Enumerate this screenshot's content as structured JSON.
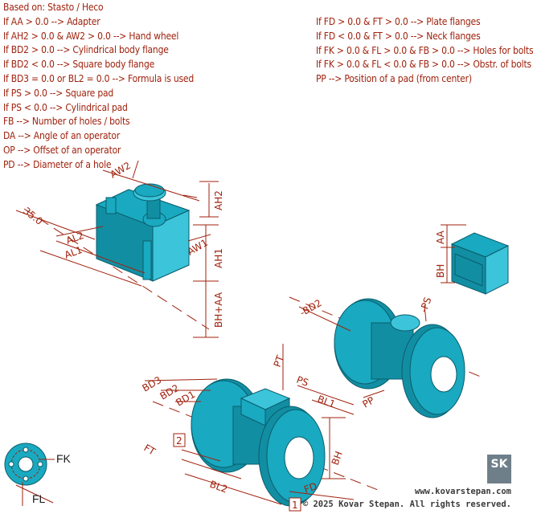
{
  "notes_left": [
    "Based on: Stasto / Heco",
    "If AA > 0.0 --> Adapter",
    "If AH2 > 0.0 & AW2 > 0.0 --> Hand wheel",
    "If BD2 > 0.0 --> Cylindrical body flange",
    "If BD2 < 0.0 --> Square body flange",
    "If BD3 = 0.0 or BL2 = 0.0 --> Formula is used",
    "If PS > 0.0 --> Square pad",
    "If PS < 0.0 --> Cylindrical pad",
    "FB --> Number of holes / bolts",
    "DA --> Angle of an operator",
    "OP --> Offset of an operator",
    "PD --> Diameter of a hole"
  ],
  "notes_right": [
    "If FD > 0.0 & FT > 0.0 --> Plate flanges",
    "If FD < 0.0 & FT > 0.0 --> Neck flanges",
    "If FK > 0.0 & FL > 0.0 & FB > 0.0 --> Holes for bolts",
    "If FK > 0.0 & FL < 0.0 & FB > 0.0 --> Obstr. of bolts",
    "PP --> Position of a pad (from center)"
  ],
  "dimensions": {
    "aw2": "AW2",
    "ah2": "AH2",
    "aw1": "AW1",
    "ah1": "AH1",
    "bh_aa": "BH+AA",
    "al2": "AL2",
    "al1": "AL1",
    "angle": "35.0",
    "aa": "AA",
    "bh_pad": "BH",
    "neg_bd2": "-BD2",
    "neg_ps": "-PS",
    "pp": "PP",
    "bd3": "BD3",
    "bd2": "BD2",
    "bd1": "BD1",
    "pt": "PT",
    "ps": "PS",
    "bl1": "BL1",
    "ft": "FT",
    "bl2": "BL2",
    "fd": "FD",
    "bh": "BH",
    "mark1": "1",
    "mark2": "2",
    "fk": "FK",
    "fl": "FL"
  },
  "footer": {
    "website": "www.kovarstepan.com",
    "copyright": "© 2025 Kovar Stepan. All rights reserved."
  },
  "logo": {
    "letters": "SK"
  },
  "colors": {
    "dimension": "#a0220e",
    "body": "#19a9c0",
    "outline": "#0b5d6b"
  }
}
